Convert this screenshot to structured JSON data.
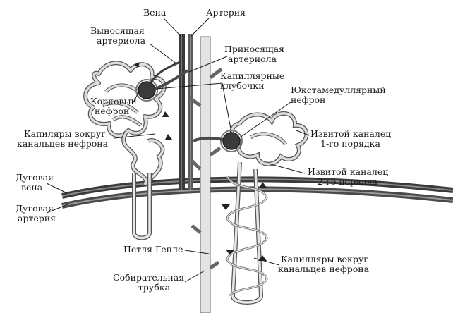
{
  "labels": {
    "vein": "Вена",
    "artery": "Артерия",
    "efferent_1": "Выносящая",
    "efferent_2": "артериола",
    "afferent_1": "Приносящая",
    "afferent_2": "артериола",
    "glomeruli_1": "Капиллярные",
    "glomeruli_2": "клубочки",
    "cortical_1": "Корковый",
    "cortical_2": "нефрон",
    "juxta_1": "Юкстамедуллярный",
    "juxta_2": "нефрон",
    "capillaries_top_1": "Капиляры вокруг",
    "capillaries_top_2": "канальцев нефрона",
    "proximal_1": "Извитой каналец",
    "proximal_2": "1-го порядка",
    "arcuate_vein_1": "Дуговая",
    "arcuate_vein_2": "вена",
    "distal_1": "Извитой каналец",
    "distal_2": "2-го порядка",
    "arcuate_artery_1": "Дуговая",
    "arcuate_artery_2": "артерия",
    "henle": "Петля Генле",
    "capillaries_bottom_1": "Капилляры вокруг",
    "capillaries_bottom_2": "канальцев нефрона",
    "collecting_1": "Собирательная",
    "collecting_2": "трубка"
  },
  "colors": {
    "vessel_dark": "#3a3a3a",
    "vessel_mid": "#7a7a7a",
    "tubule": "#d9d9d9",
    "tubule_edge": "#555555",
    "leader": "#1a1a1a"
  }
}
